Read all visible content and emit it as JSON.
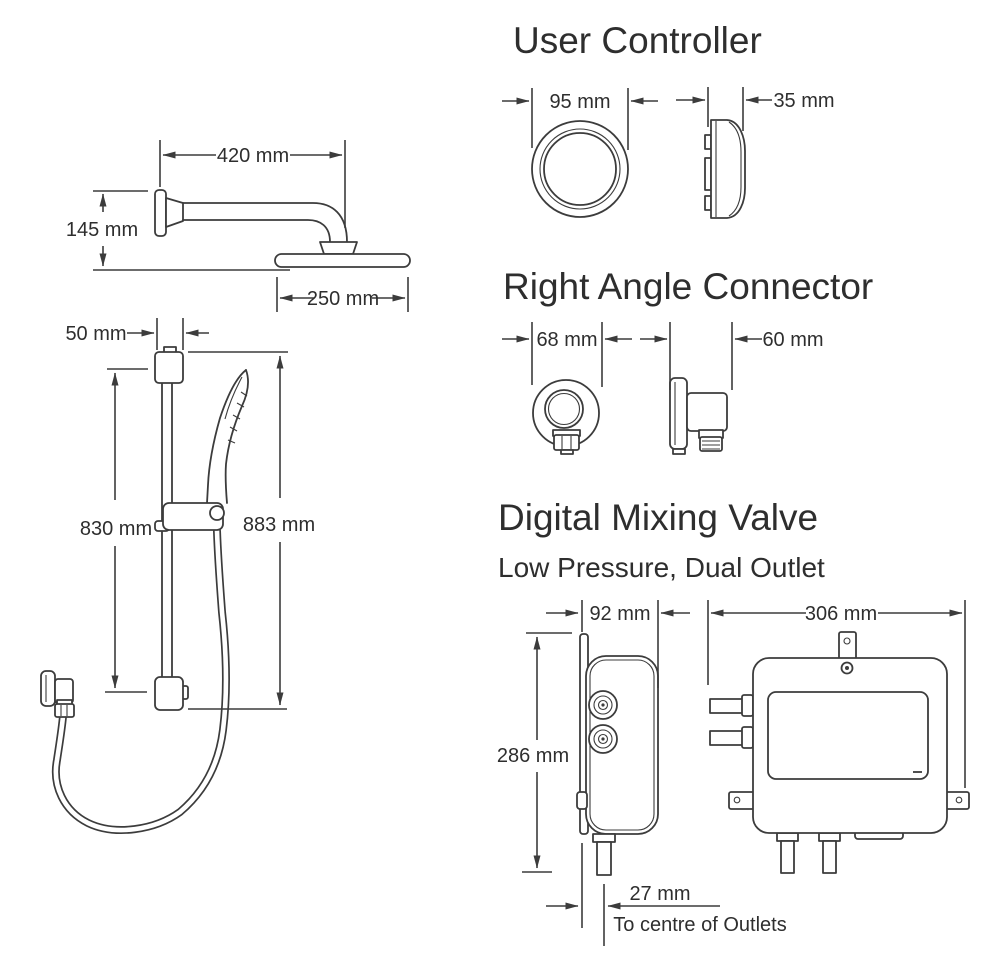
{
  "colors": {
    "line": "#3c3c3c",
    "text": "#2e2e2e",
    "background": "#ffffff"
  },
  "overhead_shower": {
    "dims": {
      "arm_length": "420 mm",
      "drop": "145 mm",
      "head_diameter": "250 mm"
    }
  },
  "slide_rail": {
    "dims": {
      "bracket_width": "50 mm",
      "rail_length": "830 mm",
      "overall_height": "883 mm"
    }
  },
  "user_controller": {
    "title": "User Controller",
    "dims": {
      "diameter": "95 mm",
      "depth": "35 mm"
    }
  },
  "right_angle_connector": {
    "title": "Right Angle Connector",
    "dims": {
      "diameter": "68 mm",
      "depth": "60 mm"
    }
  },
  "digital_mixing_valve": {
    "title": "Digital Mixing Valve",
    "subtitle": "Low Pressure, Dual Outlet",
    "dims": {
      "depth": "92 mm",
      "width": "306 mm",
      "height": "286 mm",
      "outlet_offset": "27 mm"
    },
    "note": "To centre of Outlets"
  }
}
